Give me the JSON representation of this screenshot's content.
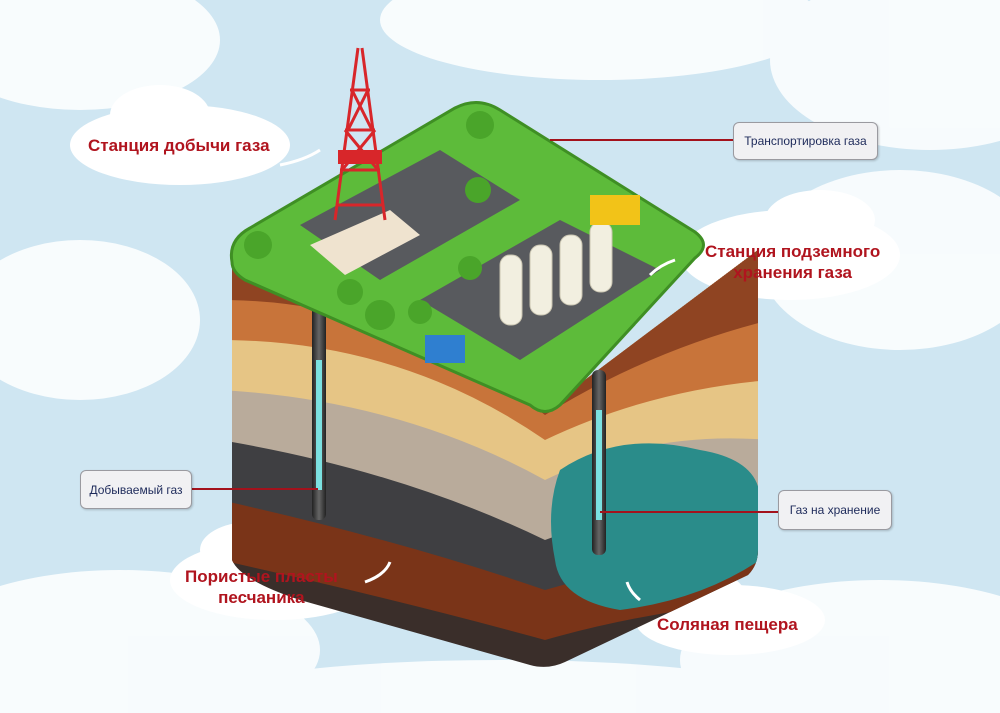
{
  "labels": {
    "extraction_station": "Станция добычи газа",
    "storage_station_line1": "Станция подземного",
    "storage_station_line2": "хранения газа",
    "sandstone_line1": "Пористые пласты",
    "sandstone_line2": "песчаника",
    "salt_cave": "Соляная пещера"
  },
  "callouts": {
    "transport": "Транспортировка газа",
    "extracted_gas": "Добываемый газ",
    "gas_storage": "Газ на хранение"
  },
  "colors": {
    "sky": "#cfe6f2",
    "grass": "#5dbb3a",
    "accent_red": "#b0141e",
    "salt_cave": "#2a8c8a"
  }
}
